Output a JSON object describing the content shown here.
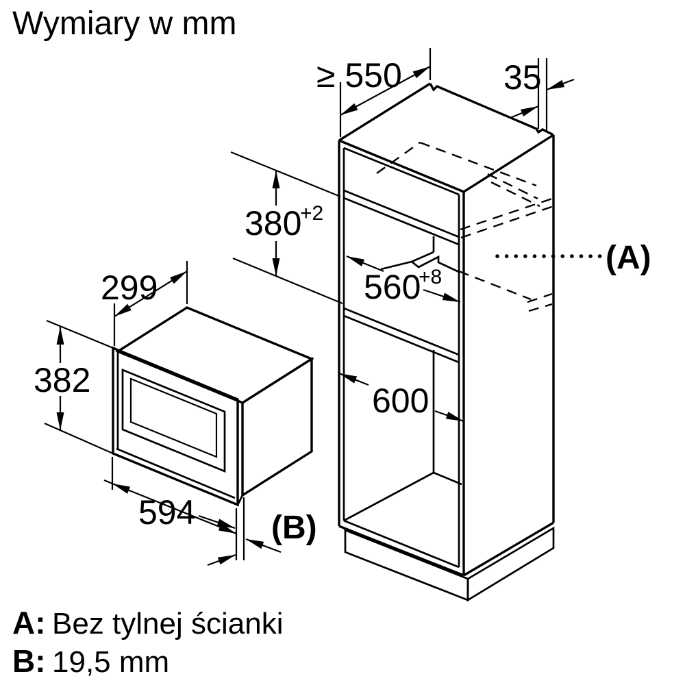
{
  "title": "Wymiary w mm",
  "colors": {
    "line": "#000000",
    "background": "#ffffff"
  },
  "cabinet": {
    "min_wall_distance": "≥ 550",
    "rear_gap": "35",
    "niche_height": "380",
    "niche_height_tolerance": "+2",
    "niche_width": "560",
    "niche_width_tolerance": "+8",
    "cabinet_width": "600",
    "callout_a": "(A)"
  },
  "microwave": {
    "depth": "299",
    "height": "382",
    "width": "594",
    "callout_b": "(B)"
  },
  "legend": {
    "a_key": "A:",
    "a_text": "Bez tylnej ścianki",
    "b_key": "B:",
    "b_text": "19,5 mm"
  }
}
